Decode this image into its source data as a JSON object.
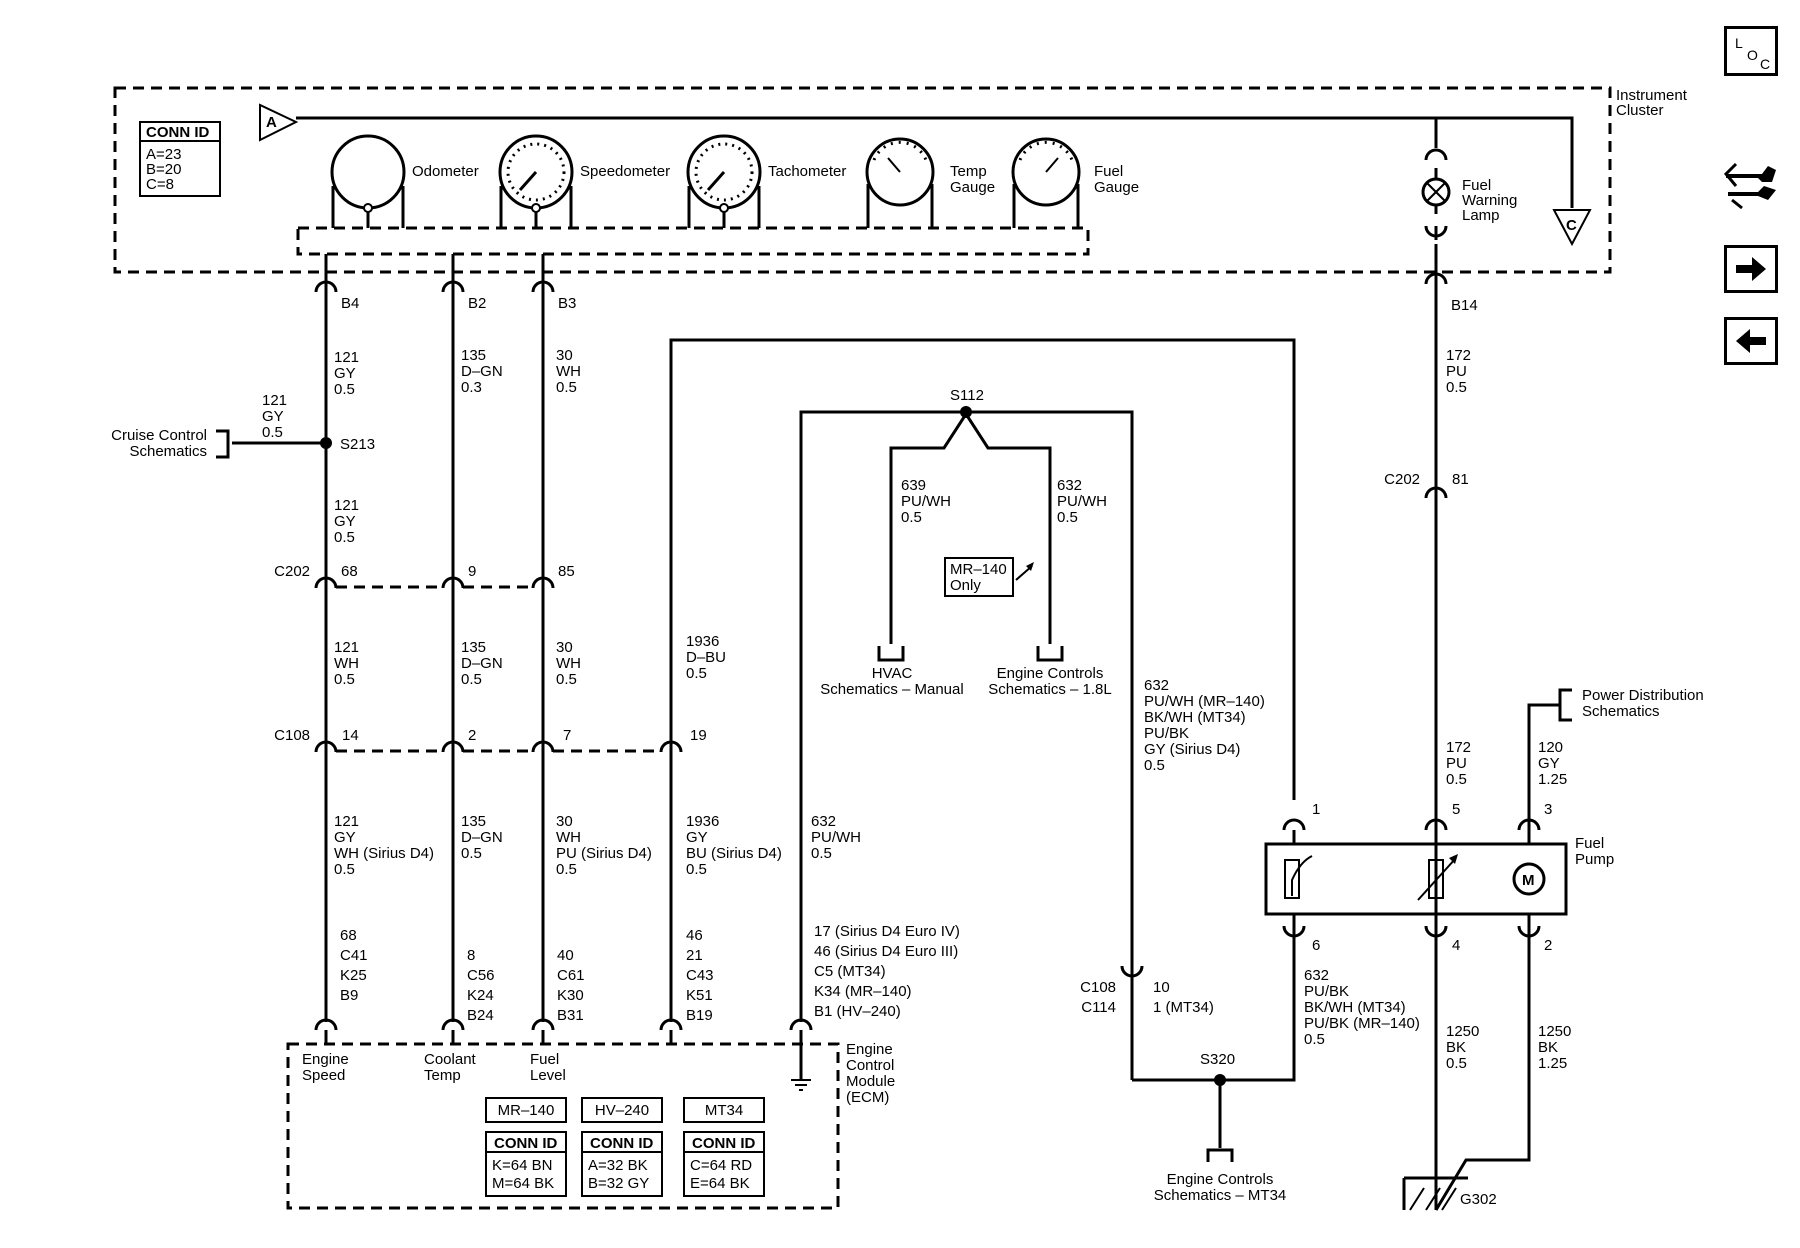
{
  "nav": {
    "loc_l": "L",
    "loc_o": "O",
    "loc_c": "C",
    "forward_arrow": "arrow-right-icon",
    "back_arrow": "arrow-left-icon",
    "wrench_icon": "wrench-icon"
  },
  "cluster": {
    "title_1": "Instrument",
    "title_2": "Cluster",
    "conn_id_header": "CONN ID",
    "conn_id_lines": [
      "A=23",
      "B=20",
      "C=8"
    ],
    "flag_a": "A",
    "flag_c": "C",
    "gauges": [
      "Odometer",
      "Speedometer",
      "Tachometer"
    ],
    "temp_gauge": [
      "Temp",
      "Gauge"
    ],
    "fuel_gauge": [
      "Fuel",
      "Gauge"
    ],
    "lamp": [
      "Fuel",
      "Warning",
      "Lamp"
    ],
    "pins": [
      "B4",
      "B2",
      "B3",
      "B14"
    ]
  },
  "wires": {
    "w121_top": [
      "121",
      "GY",
      "0.5"
    ],
    "w135_top": [
      "135",
      "D–GN",
      "0.3"
    ],
    "w30_top": [
      "30",
      "WH",
      "0.5"
    ],
    "w172_top": [
      "172",
      "PU",
      "0.5"
    ],
    "cruise_wire": [
      "121",
      "GY",
      "0.5"
    ],
    "cruise_ref": [
      "Cruise Control",
      "Schematics"
    ],
    "s213": "S213",
    "w121_mid": [
      "121",
      "GY",
      "0.5"
    ],
    "c202_left": "C202",
    "c202_pins": [
      "68",
      "9",
      "85"
    ],
    "c202_right": "C202",
    "c202_right_pin": "81",
    "w121_wh": [
      "121",
      "WH",
      "0.5"
    ],
    "w135_mid": [
      "135",
      "D–GN",
      "0.5"
    ],
    "w30_mid": [
      "30",
      "WH",
      "0.5"
    ],
    "w1936_top": [
      "1936",
      "D–BU",
      "0.5"
    ],
    "c108_left": "C108",
    "c108_pins": [
      "14",
      "2",
      "7",
      "19"
    ],
    "w121_low": [
      "121",
      "GY",
      "WH (Sirius D4)",
      "0.5"
    ],
    "w135_low": [
      "135",
      "D–GN",
      "0.5"
    ],
    "w30_low": [
      "30",
      "WH",
      "PU (Sirius D4)",
      "0.5"
    ],
    "w1936_low": [
      "1936",
      "GY",
      "BU (Sirius D4)",
      "0.5"
    ],
    "w632_left": [
      "632",
      "PU/WH",
      "0.5"
    ],
    "s112": "S112",
    "w639": [
      "639",
      "PU/WH",
      "0.5"
    ],
    "w632_branch": [
      "632",
      "PU/WH",
      "0.5"
    ],
    "mr140_only": [
      "MR–140",
      "Only"
    ],
    "hvac_ref": [
      "HVAC",
      "Schematics – Manual"
    ],
    "engine_ref_18": [
      "Engine Controls",
      "Schematics – 1.8L"
    ],
    "w632_right": [
      "632",
      "PU/WH (MR–140)",
      "BK/WH (MT34)",
      "PU/BK",
      "GY (Sirius D4)",
      "0.5"
    ],
    "c108_c114": [
      "C108",
      "C114"
    ],
    "c108_c114_pins": [
      "10",
      "1 (MT34)"
    ],
    "s320": "S320",
    "engine_ref_mt34": [
      "Engine Controls",
      "Schematics – MT34"
    ],
    "w632_pump": [
      "632",
      "PU/BK",
      "BK/WH (MT34)",
      "PU/BK (MR–140)",
      "0.5"
    ],
    "w172_pump": [
      "172",
      "PU",
      "0.5"
    ],
    "w120": [
      "120",
      "GY",
      "1.25"
    ],
    "power_ref": [
      "Power Distribution",
      "Schematics"
    ],
    "w1250_a": [
      "1250",
      "BK",
      "0.5"
    ],
    "w1250_b": [
      "1250",
      "BK",
      "1.25"
    ],
    "g302": "G302"
  },
  "pump": {
    "label": [
      "Fuel",
      "Pump"
    ],
    "top_pins": [
      "1",
      "5",
      "3"
    ],
    "bottom_pins": [
      "6",
      "4",
      "2"
    ],
    "motor": "M"
  },
  "ecm": {
    "pin_col1": [
      "68",
      "C41",
      "K25",
      "B9"
    ],
    "pin_col2": [
      "8",
      "C56",
      "K24",
      "B24"
    ],
    "pin_col3": [
      "40",
      "C61",
      "K30",
      "B31"
    ],
    "pin_col4": [
      "46",
      "21",
      "C43",
      "K51",
      "B19"
    ],
    "pin_col5": [
      "17 (Sirius D4 Euro IV)",
      "46 (Sirius D4 Euro III)",
      "C5 (MT34)",
      "K34 (MR–140)",
      "B1 (HV–240)"
    ],
    "inputs": [
      [
        "Engine",
        "Speed"
      ],
      [
        "Coolant",
        "Temp"
      ],
      [
        "Fuel",
        "Level"
      ]
    ],
    "title": [
      "Engine",
      "Control",
      "Module",
      "(ECM)"
    ],
    "variants": [
      "MR–140",
      "HV–240",
      "MT34"
    ],
    "conn_tables": [
      {
        "header": "CONN ID",
        "lines": [
          "K=64 BN",
          "M=64 BK"
        ]
      },
      {
        "header": "CONN ID",
        "lines": [
          "A=32 BK",
          "B=32 GY"
        ]
      },
      {
        "header": "CONN ID",
        "lines": [
          "C=64 RD",
          "E=64 BK"
        ]
      }
    ]
  }
}
